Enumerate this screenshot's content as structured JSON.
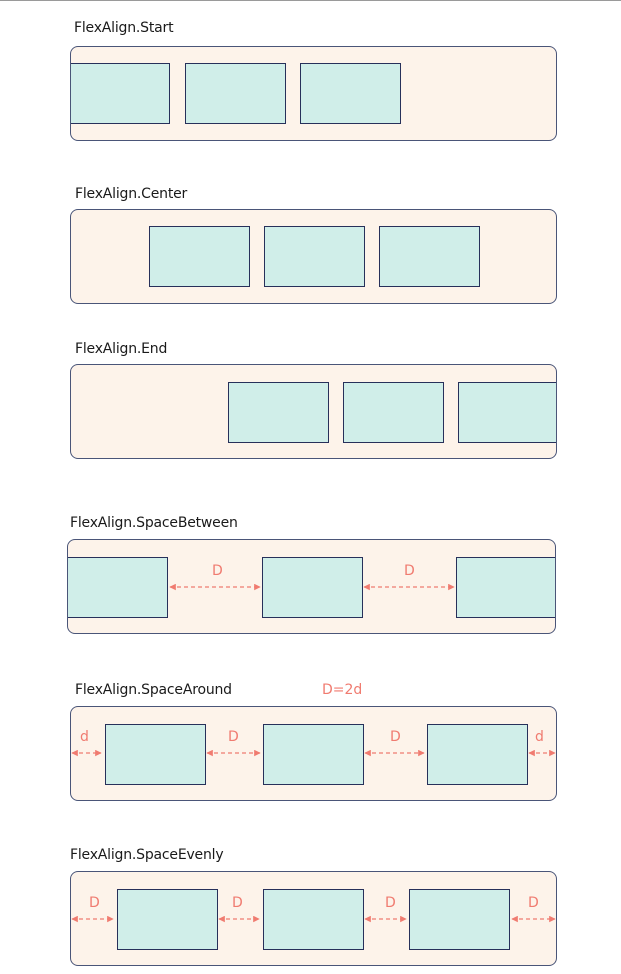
{
  "colors": {
    "container_bg": "#fdf3ea",
    "container_border": "#4a5578",
    "item_bg": "#d0eee9",
    "item_border": "#27305a",
    "annotation": "#f07b70"
  },
  "rows": [
    {
      "label": "FlexAlign.Start"
    },
    {
      "label": "FlexAlign.Center"
    },
    {
      "label": "FlexAlign.End"
    },
    {
      "label": "FlexAlign.SpaceBetween",
      "gap_label": "D"
    },
    {
      "label": "FlexAlign.SpaceAround",
      "gap_label": "D",
      "edge_label": "d",
      "note": "D=2d"
    },
    {
      "label": "FlexAlign.SpaceEvenly",
      "gap_label": "D",
      "edge_label": "D"
    }
  ]
}
